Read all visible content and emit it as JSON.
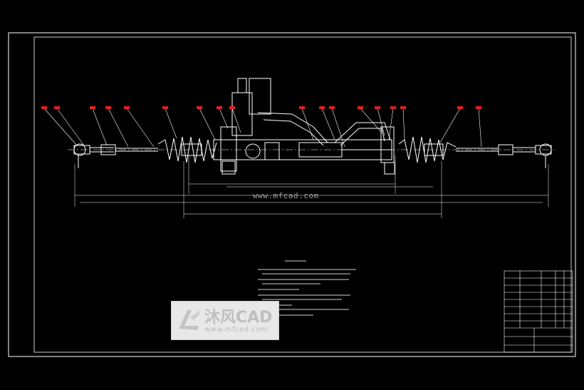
{
  "watermark": {
    "url": "www.mfcad.com",
    "logo_text": "沐风CAD",
    "logo_url": "www.mfcad.com"
  },
  "colors": {
    "background": "#000000",
    "lines": "#ffffff",
    "callout_markers": "#e02020",
    "logo_bg": "#e8e8e8"
  },
  "callouts": {
    "count": 18
  }
}
